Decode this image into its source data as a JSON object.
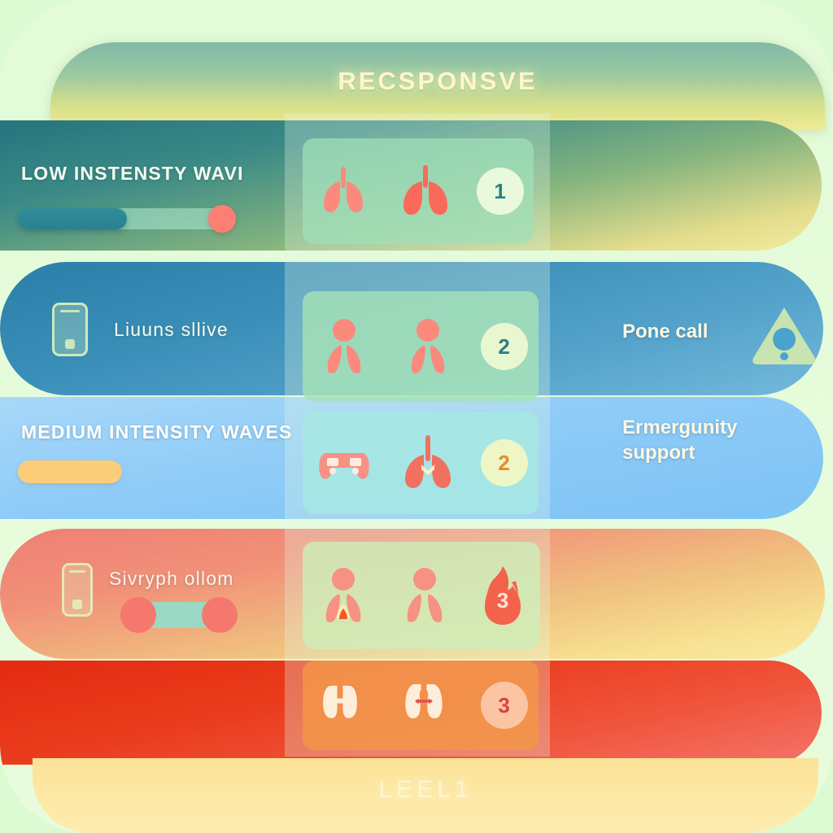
{
  "header": {
    "title": "RECSPONSVE"
  },
  "footer": {
    "title": "LEEL1"
  },
  "colors": {
    "background": "#ddfbd2",
    "row1": "#25747f",
    "row2": "#3a8fb9",
    "row3": "#8ecbf7",
    "row4": "#ef7f75",
    "row5": "#e32b10",
    "accent_salmon": "#fb7f72",
    "accent_teal": "#2f8d9b",
    "accent_yellow": "#fbcd7a",
    "footer_yellow": "#fbe296"
  },
  "rows": [
    {
      "id": "row1",
      "label": "LOW INSTENSTY WAVI",
      "right_label": "",
      "control": "slider",
      "badge": "1",
      "icons": [
        "lungs-icon",
        "lungs-icon"
      ],
      "left_icon": ""
    },
    {
      "id": "row2",
      "label": "Liuuns sllive",
      "right_label": "Pone call",
      "control": "none",
      "badge": "2",
      "icons": [
        "person-lungs-icon",
        "person-lungs-icon"
      ],
      "left_icon": "phone-icon",
      "right_icon": "alert-triangle-icon"
    },
    {
      "id": "row3",
      "label": "MEDIUM INTENSITY WAVES",
      "right_label": "Ermergunity support",
      "control": "pill",
      "badge": "2",
      "icons": [
        "gamepad-icon",
        "lungs-icon"
      ],
      "left_icon": ""
    },
    {
      "id": "row4",
      "label": "Sivryph ollom",
      "right_label": "",
      "control": "dumbbell",
      "badge": "3",
      "icons": [
        "person-flame-icon",
        "person-lungs-icon"
      ],
      "left_icon": "phone-icon"
    },
    {
      "id": "row5",
      "label": "",
      "right_label": "",
      "control": "none",
      "badge": "3",
      "icons": [
        "lungs-outline-icon",
        "lungs-arrow-icon"
      ],
      "left_icon": ""
    }
  ]
}
